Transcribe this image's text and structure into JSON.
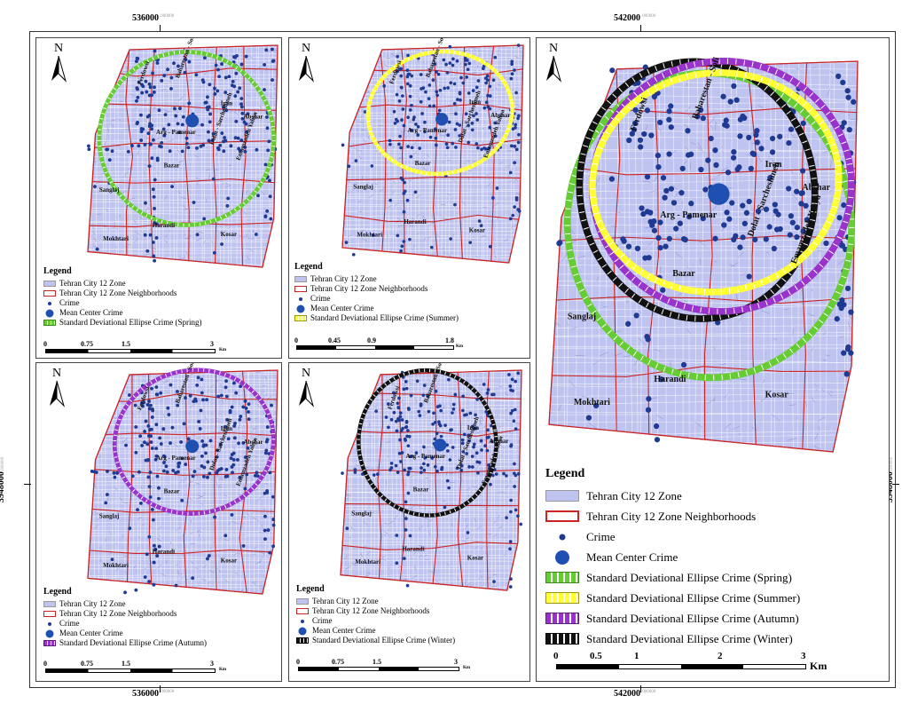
{
  "coords": {
    "x_left": "536000",
    "x_right": "542000",
    "y_mid": "3948000",
    "suffix": ".000000"
  },
  "north_label": "N",
  "places": [
    "Arg - Pamenar",
    "Iran",
    "Bazar",
    "Sanglaj",
    "Harandi",
    "Mokhtari",
    "Kosar",
    "Abshar",
    "Ferdowsi",
    "Baharestan - Sofi",
    "Emamzadeh Yahya",
    "Dolat - Sarcheshmeh"
  ],
  "small_legend": {
    "title": "Legend",
    "zone": "Tehran City 12 Zone",
    "neighborhoods": "Tehran City 12 Zone Neighborhoods",
    "crime": "Crime",
    "mean_center": "Mean Center Crime"
  },
  "big_legend": {
    "title": "Legend",
    "zone": "Tehran City 12 Zone",
    "neighborhoods": "Tehran City 12 Zone Neighborhoods",
    "crime": "Crime",
    "mean_center": "Mean Center Crime",
    "spring": "Standard Deviational Ellipse Crime (Spring)",
    "summer": "Standard Deviational Ellipse Crime (Summer)",
    "autumn": "Standard Deviational Ellipse Crime (Autumn)",
    "winter": "Standard Deviational Ellipse Crime (Winter)"
  },
  "panels": [
    {
      "id": "spring",
      "ellipse_label": "Standard Deviational Ellipse Crime (Spring)",
      "color": "#66cc33",
      "scale": [
        "0",
        "0.75",
        "1.5",
        "3"
      ],
      "unit": "Km"
    },
    {
      "id": "summer",
      "ellipse_label": "Standard Deviational Ellipse Crime (Summer)",
      "color": "#ffff33",
      "scale": [
        "0",
        "0.45",
        "0.9",
        "1.8"
      ],
      "unit": "Km"
    },
    {
      "id": "autumn",
      "ellipse_label": "Standard Deviational Ellipse Crime (Autumn)",
      "color": "#9933cc",
      "scale": [
        "0",
        "0.75",
        "1.5",
        "3"
      ],
      "unit": "Km"
    },
    {
      "id": "winter",
      "ellipse_label": "Standard Deviational Ellipse Crime (Winter)",
      "color": "#111111",
      "scale": [
        "0",
        "0.75",
        "1.5",
        "3"
      ],
      "unit": "Km"
    }
  ],
  "big_scale": {
    "ticks": [
      "0",
      "0.5",
      "1",
      "2",
      "3"
    ],
    "unit": "Km"
  },
  "colors": {
    "zone_fill": "#bfc3ef",
    "neighborhood_line": "#cc2222",
    "crime_point": "#1f3a93",
    "mean_center": "#1f4fb0",
    "spring": "#66cc33",
    "summer": "#ffff33",
    "autumn": "#9933cc",
    "winter": "#111111"
  }
}
